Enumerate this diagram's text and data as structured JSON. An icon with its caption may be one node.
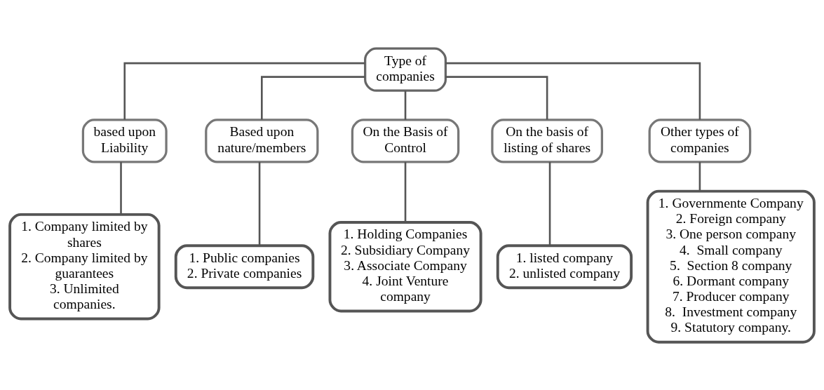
{
  "diagram": {
    "nodes": [
      {
        "text": [
          "Type of companies"
        ]
      },
      {
        "text": [
          "based upon Liability"
        ]
      },
      {
        "text": [
          "Based upon nature/members"
        ]
      },
      {
        "text": [
          "On the Basis of Control"
        ]
      },
      {
        "text": [
          "On the basis of listing of shares"
        ]
      },
      {
        "text": [
          "Other types of companies"
        ]
      },
      {
        "text": [
          "1. Company limited by shares",
          "2. Company limited by guarantees",
          "3. Unlimited companies."
        ]
      },
      {
        "text": [
          "1. Public companies",
          "2. Private companies"
        ]
      },
      {
        "text": [
          "1. Holding Companies",
          "2. Subsidiary Company",
          "3. Associate Company",
          "4. Joint Venture company"
        ]
      },
      {
        "text": [
          "1. listed company",
          "2. unlisted company"
        ]
      },
      {
        "text": [
          "1. Governmente Company",
          "2. Foreign company",
          "3. One person company",
          "4.  Small company",
          "5.  Section 8 company",
          "6. Dormant company",
          "7. Producer company",
          "8.  Investment company",
          "9. Statutory company."
        ]
      }
    ],
    "edges": [
      {
        "from": 0,
        "to": 1,
        "arrow": "none"
      },
      {
        "from": 0,
        "to": 2,
        "arrow": "none"
      },
      {
        "from": 0,
        "to": 3,
        "arrow": "none"
      },
      {
        "from": 0,
        "to": 4,
        "arrow": "none"
      },
      {
        "from": 0,
        "to": 5,
        "arrow": "none"
      },
      {
        "from": 1,
        "to": 6,
        "arrow": "none"
      },
      {
        "from": 2,
        "to": 7,
        "arrow": "none"
      },
      {
        "from": 3,
        "to": 8,
        "arrow": "none"
      },
      {
        "from": 4,
        "to": 9,
        "arrow": "none"
      },
      {
        "from": 5,
        "to": 10,
        "arrow": "none"
      }
    ]
  }
}
